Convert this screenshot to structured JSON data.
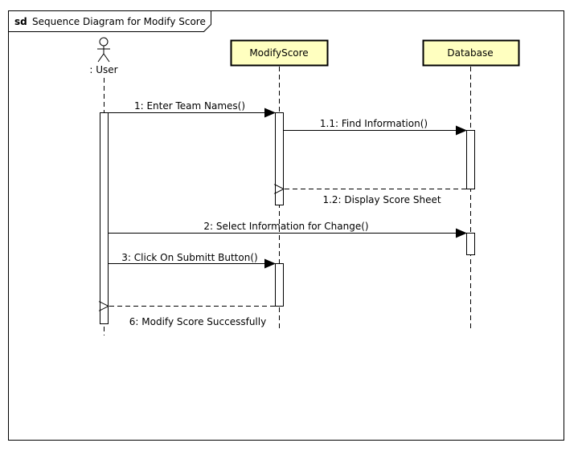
{
  "frame": {
    "keyword": "sd",
    "title": "Sequence Diagram for Modify Score"
  },
  "lifelines": {
    "user": {
      "label": ": User"
    },
    "modify_score": {
      "label": "ModifyScore"
    },
    "database": {
      "label": "Database"
    }
  },
  "messages": {
    "m1": "1: Enter Team Names()",
    "m1_1": "1.1: Find Information()",
    "m1_2": "1.2: Display Score Sheet",
    "m2": "2: Select Information for Change()",
    "m3": "3: Click On Submitt Button()",
    "m6": "6: Modify Score Successfully"
  },
  "colors": {
    "lifeline_box_fill": "#ffffc0",
    "line": "#000000",
    "background": "#ffffff"
  }
}
